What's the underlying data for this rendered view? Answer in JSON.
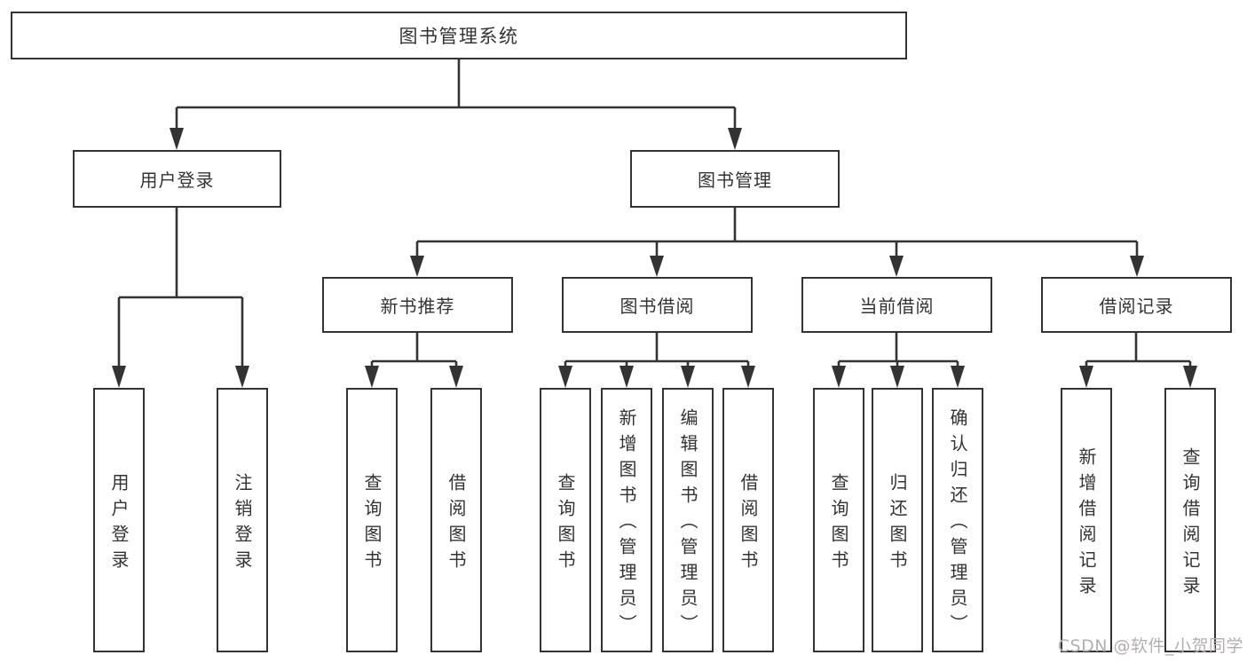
{
  "diagram_type": "hierarchy-tree",
  "colors": {
    "line": "#333333",
    "box_border": "#333333",
    "box_background": "#ffffff",
    "text": "#333333",
    "watermark_text": "#b3afae"
  },
  "tree": {
    "label": "图书管理系统",
    "children": [
      {
        "label": "用户登录",
        "children": [
          {
            "label": "用户登录"
          },
          {
            "label": "注销登录"
          }
        ]
      },
      {
        "label": "图书管理",
        "children": [
          {
            "label": "新书推荐",
            "children": [
              {
                "label": "查询图书"
              },
              {
                "label": "借阅图书"
              }
            ]
          },
          {
            "label": "图书借阅",
            "children": [
              {
                "label": "查询图书"
              },
              {
                "label": "新增图书（管理员）"
              },
              {
                "label": "编辑图书（管理员）"
              },
              {
                "label": "借阅图书"
              }
            ]
          },
          {
            "label": "当前借阅",
            "children": [
              {
                "label": "查询图书"
              },
              {
                "label": "归还图书"
              },
              {
                "label": "确认归还（管理员）"
              }
            ]
          },
          {
            "label": "借阅记录",
            "children": [
              {
                "label": "新增借阅记录"
              },
              {
                "label": "查询借阅记录"
              }
            ]
          }
        ]
      }
    ]
  },
  "watermark": {
    "text": "CSDN @软件_小贺同学"
  }
}
